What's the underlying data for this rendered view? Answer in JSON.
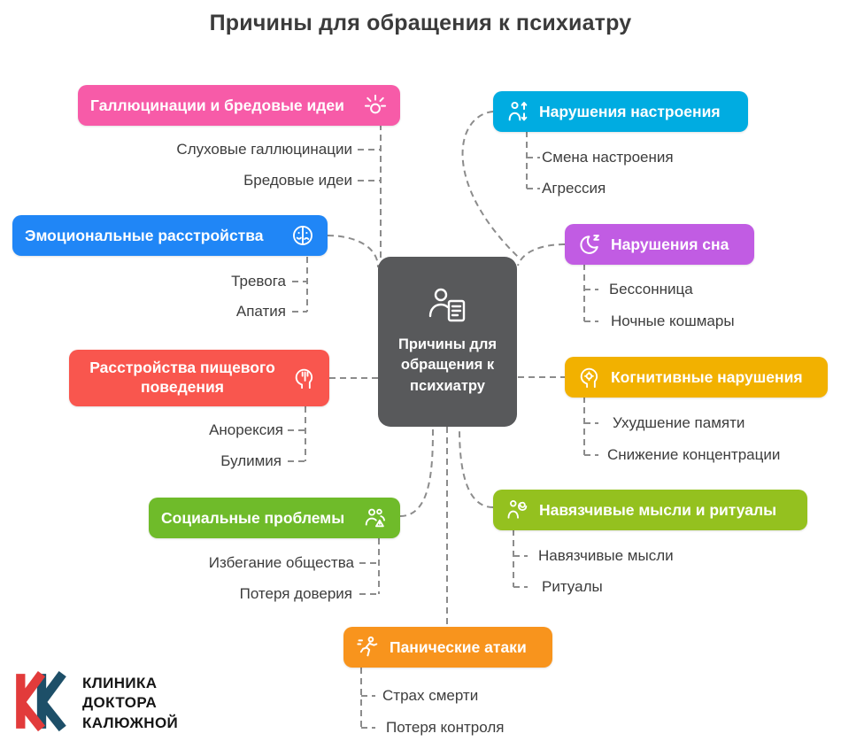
{
  "title": "Причины для обращения к психиатру",
  "center": {
    "label": "Причины для обращения к психиатру",
    "color": "#58595B",
    "icon": "person-document-icon"
  },
  "branches": [
    {
      "label": "Галлюцинации и бредовые идеи",
      "color": "#F75BA8",
      "icon": "dizzy-burst-icon",
      "children": [
        "Слуховые галлюцинации",
        "Бредовые идеи"
      ]
    },
    {
      "label": "Нарушения настроения",
      "color": "#00ACE1",
      "icon": "mood-swings-icon",
      "children": [
        "Смена настроения",
        "Агрессия"
      ]
    },
    {
      "label": "Эмоциональные расстройства",
      "color": "#2086F6",
      "icon": "emotions-face-icon",
      "children": [
        "Тревога",
        "Апатия"
      ]
    },
    {
      "label": "Нарушения сна",
      "color": "#C15CE3",
      "icon": "sleep-moon-icon",
      "children": [
        "Бессонница",
        "Ночные кошмары"
      ]
    },
    {
      "label": "Расстройства пищевого поведения",
      "color": "#F9564E",
      "icon": "eating-head-icon",
      "children": [
        "Анорексия",
        "Булимия"
      ]
    },
    {
      "label": "Когнитивные нарушения",
      "color": "#F2B100",
      "icon": "cognitive-head-icon",
      "children": [
        "Ухудшение памяти",
        "Снижение концентрации"
      ]
    },
    {
      "label": "Социальные проблемы",
      "color": "#6FBB2A",
      "icon": "social-warning-icon",
      "children": [
        "Избегание общества",
        "Потеря доверия"
      ]
    },
    {
      "label": "Навязчивые мысли и ритуалы",
      "color": "#94C11F",
      "icon": "obsessive-thoughts-icon",
      "children": [
        "Навязчивые мысли",
        "Ритуалы"
      ]
    },
    {
      "label": "Панические атаки",
      "color": "#F8941D",
      "icon": "panic-run-icon",
      "children": [
        "Страх смерти",
        "Потеря контроля"
      ]
    }
  ],
  "logo": {
    "line1": "КЛИНИКА",
    "line2": "ДОКТОРА",
    "line3": "КАЛЮЖНОЙ",
    "mark_red": "#E23B3B",
    "mark_dark": "#1D4F68"
  },
  "connector_color": "#8C8C8C"
}
